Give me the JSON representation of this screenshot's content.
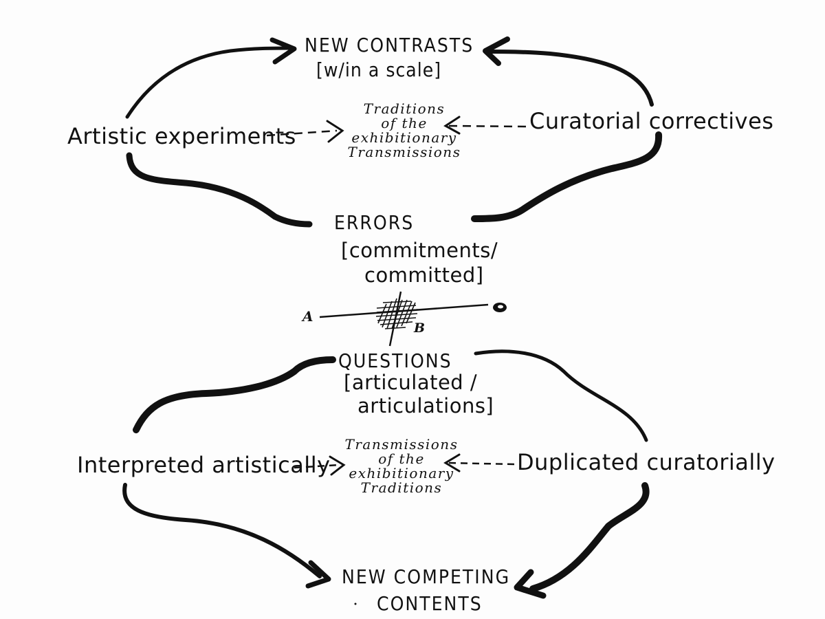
{
  "top": {
    "title": "NEW CONTRASTS",
    "subtitle": "[w/in a scale]"
  },
  "upper_left": "Artistic experiments",
  "upper_right": "Curatorial correctives",
  "upper_center": [
    "Traditions",
    "of the",
    "exhibitionary",
    "Transmissions"
  ],
  "errors": {
    "title": "ERRORS",
    "line1": "[commitments/",
    "line2": "committed]"
  },
  "crossing": {
    "a": "A",
    "b_end": "B",
    "b_mid": "B"
  },
  "questions": {
    "title": "QUESTIONS",
    "line1": "[articulated /",
    "line2": "articulations]"
  },
  "lower_left": "Interpreted artistically",
  "lower_right": "Duplicated curatorially",
  "lower_center": [
    "Transmissions",
    "of the",
    "exhibitionary",
    "Traditions"
  ],
  "bottom": {
    "line1": "NEW COMPETING",
    "line2": "CONTENTS"
  },
  "colors": {
    "ink": "#111111",
    "paper": "#fdfdfd"
  }
}
